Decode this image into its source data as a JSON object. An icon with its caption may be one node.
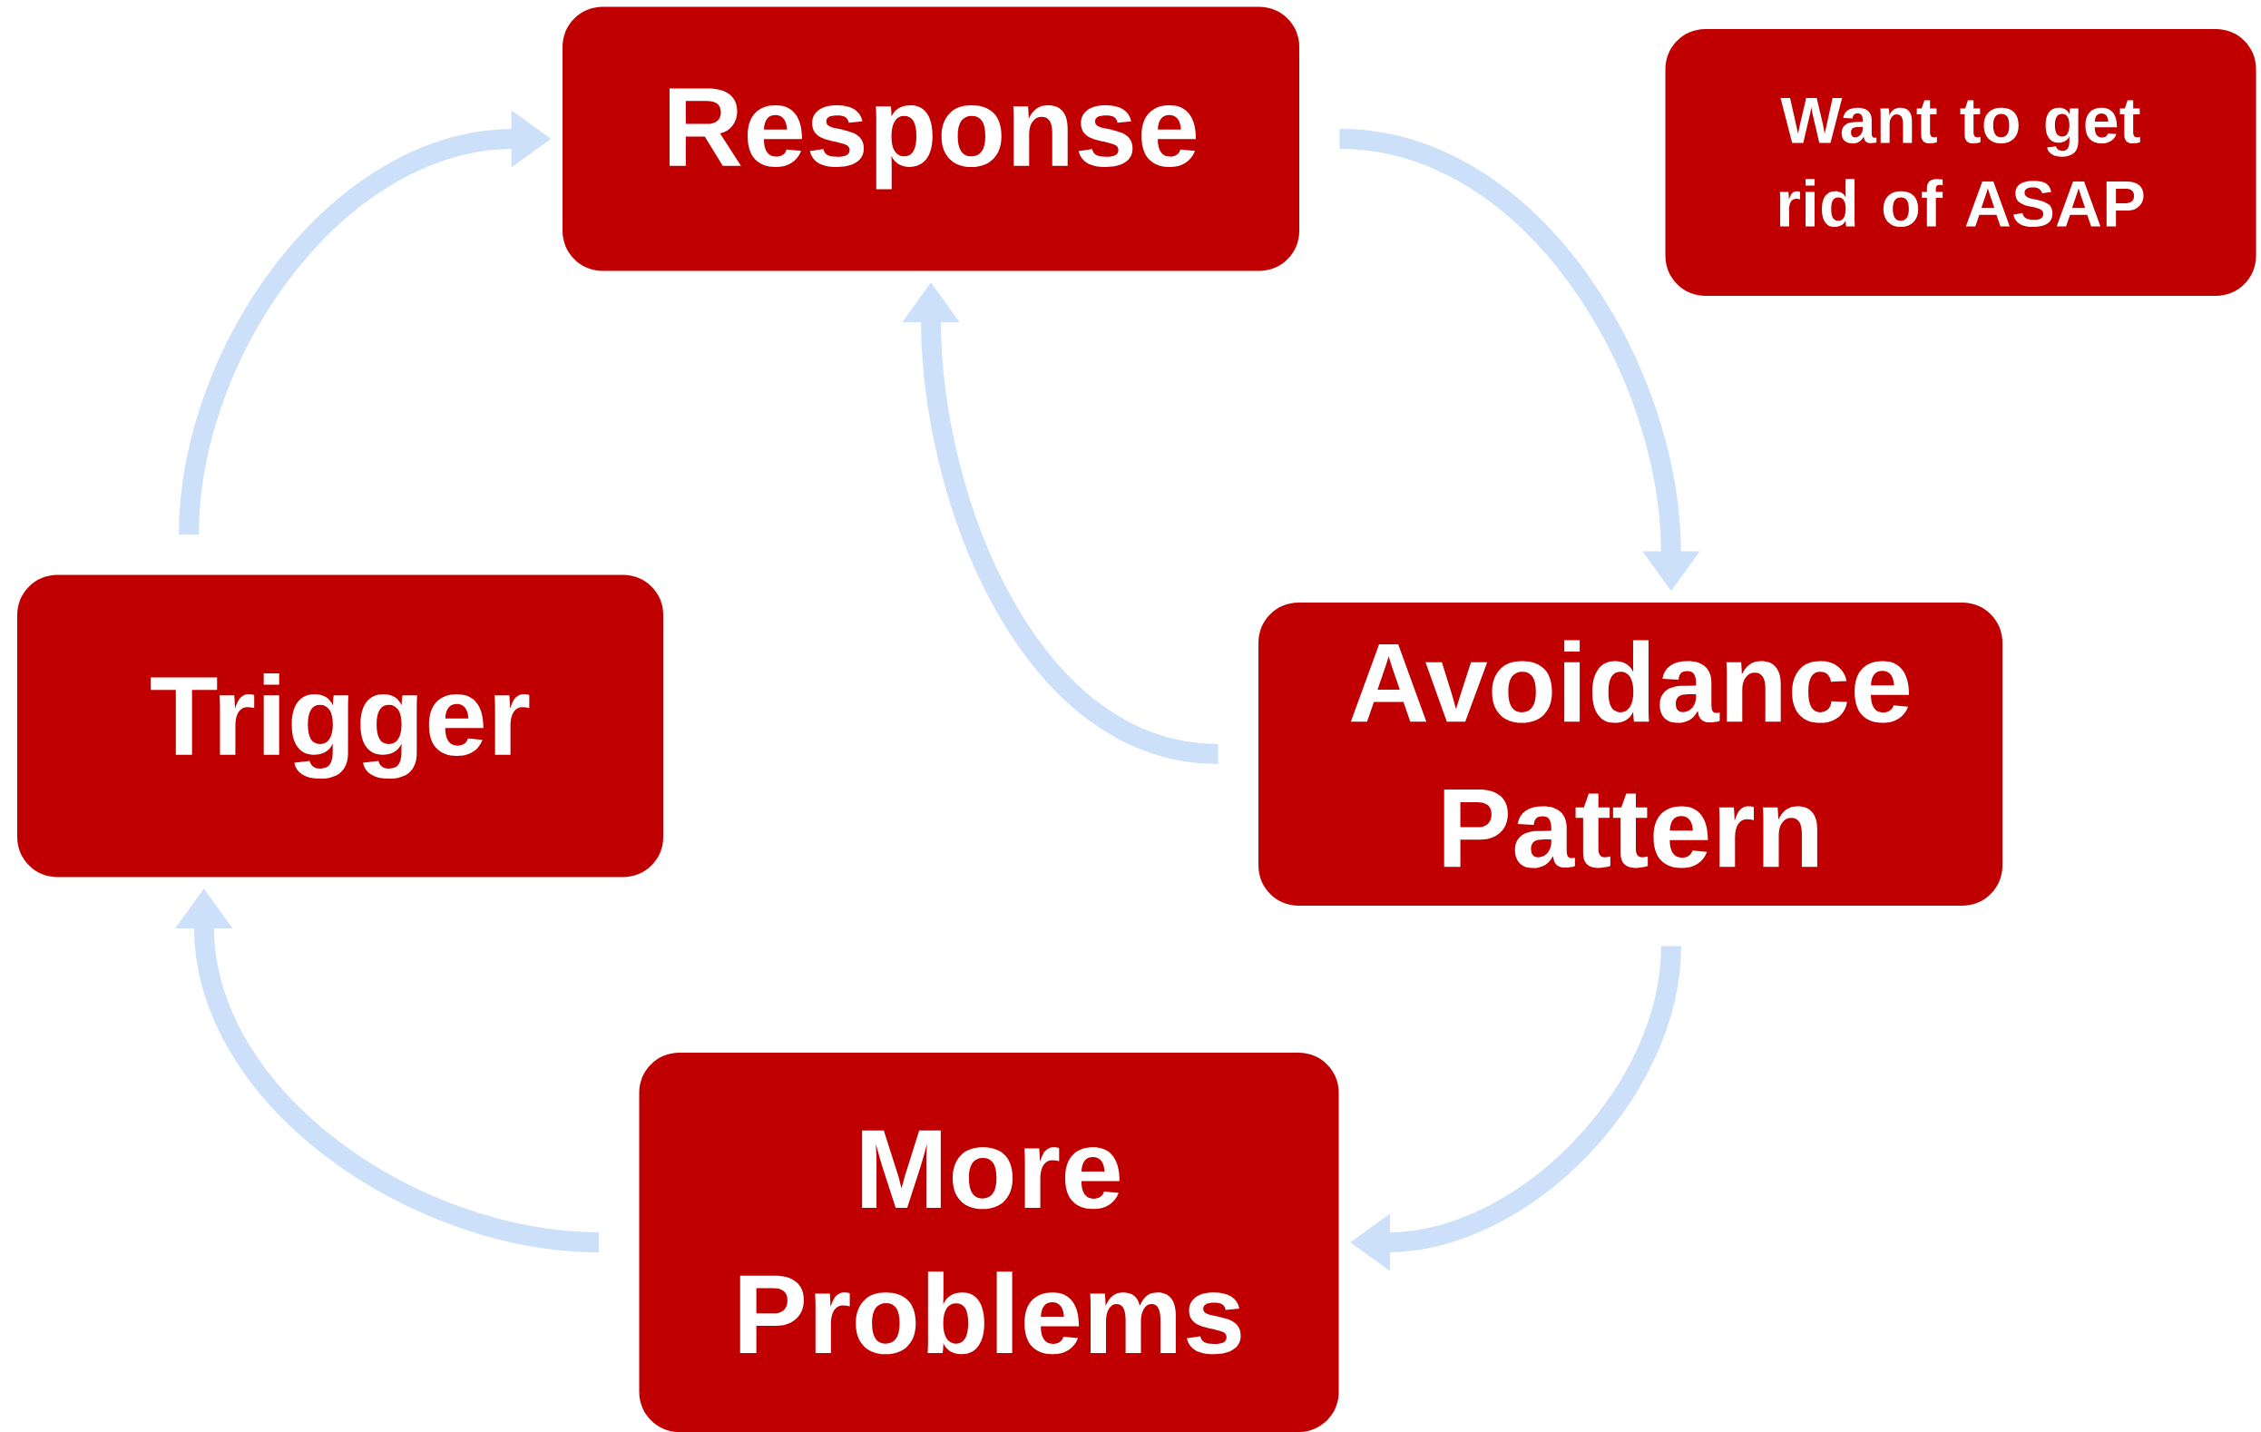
{
  "diagram": {
    "nodes": [
      {
        "text": [
          "Trigger"
        ]
      },
      {
        "text": [
          "Response"
        ]
      },
      {
        "text": [
          "Want to get rid of ASAP"
        ]
      },
      {
        "text": [
          "Avoidance Pattern"
        ]
      },
      {
        "text": [
          "More Problems"
        ]
      }
    ],
    "edges": [
      {
        "from": 0,
        "to": 1,
        "arrow": "to"
      },
      {
        "from": 1,
        "to": 3,
        "arrow": "to"
      },
      {
        "from": 3,
        "to": 1,
        "arrow": "to"
      },
      {
        "from": 3,
        "to": 4,
        "arrow": "to"
      },
      {
        "from": 4,
        "to": 0,
        "arrow": "to"
      }
    ]
  }
}
